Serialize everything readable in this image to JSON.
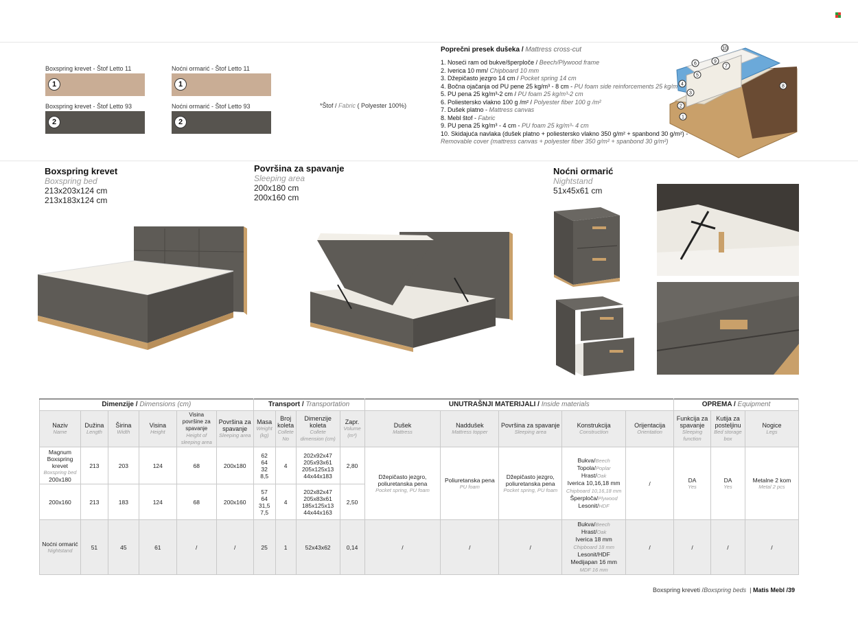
{
  "swatches": [
    {
      "label": "Boxspring krevet - Štof Letto 11",
      "num": "1",
      "color": "#c9ad95"
    },
    {
      "label": "Noćni ormarić - Štof Letto 11",
      "num": "1",
      "color": "#c9ad95"
    },
    {
      "label": "Boxspring krevet - Štof Letto 93",
      "num": "2",
      "color": "#57544f"
    },
    {
      "label": "Noćni ormarić - Štof Letto 93",
      "num": "2",
      "color": "#57544f"
    }
  ],
  "fabric_note": {
    "a": "*Štof / ",
    "b": "Fabric",
    "c": " ( Polyester 100%)"
  },
  "cross_section": {
    "title": "Poprečni presek dušeka / ",
    "title_en": "Mattress cross-cut",
    "items": [
      {
        "sr": "1. Noseći ram od bukve/šperploče / ",
        "en": "Beech/Plywood frame"
      },
      {
        "sr": "2. Iverica 10 mm/ ",
        "en": "Chipboard 10 mm"
      },
      {
        "sr": "3. Džepičasto jezgro 14 cm / ",
        "en": "Pocket spring 14 cm"
      },
      {
        "sr": "4. Bočna ojačanja od PU pene 25 kg/m³ - 8 cm - ",
        "en": "PU foam side reinforcements 25 kg/m³ – 8 cm"
      },
      {
        "sr": "5. PU pena 25 kg/m³-2 cm / ",
        "en": "PU foam 25 kg/m³-2 cm"
      },
      {
        "sr": "6. Poliestersko vlakno 100 g /m² / ",
        "en": "Polyester fiber 100 g /m²"
      },
      {
        "sr": "7. Dušek platno - ",
        "en": "Mattress canvas"
      },
      {
        "sr": "8. Mebl štof - ",
        "en": "Fabric"
      },
      {
        "sr": "9. PU pena 25 kg/m³ - 4 cm - ",
        "en": "PU foam 25 kg/m³- 4 cm"
      },
      {
        "sr": "10. Skidajuća navlaka (dušek platno + poliestersko vlakno 350 g/m² + spanbond 30 g/m²) -",
        "en": ""
      },
      {
        "sr": "",
        "en": "Removable cover (mattress canvas + polyester fiber 350 g/m² + spanbond 30 g/m²)"
      }
    ],
    "diagram_numbers": [
      "10",
      "9",
      "7",
      "6",
      "5",
      "4",
      "3",
      "2",
      "1",
      "8"
    ]
  },
  "products": [
    {
      "title": "Boxspring krevet",
      "sub": "Boxspring bed",
      "dims": [
        "213x203x124 cm",
        "213x183x124 cm"
      ]
    },
    {
      "title": "Površina za spavanje",
      "sub": "Sleeping area",
      "dims": [
        "200x180 cm",
        "200x160 cm"
      ]
    },
    {
      "title": "Noćni ormarić",
      "sub": "Nightstand",
      "dims": [
        "51x45x61 cm"
      ]
    }
  ],
  "table": {
    "groups": [
      {
        "sr": "Dimenzije / ",
        "en": "Dimensions (cm)"
      },
      {
        "sr": "Transport / ",
        "en": "Transportation"
      },
      {
        "sr": "UNUTRAŠNJI MATERIJALI / ",
        "en": "Inside materials"
      },
      {
        "sr": "OPREMA / ",
        "en": "Equipment"
      }
    ],
    "headers": [
      {
        "sr": "Naziv",
        "en": "Name"
      },
      {
        "sr": "Dužina",
        "en": "Length"
      },
      {
        "sr": "Širina",
        "en": "Width"
      },
      {
        "sr": "Visina",
        "en": "Height"
      },
      {
        "sr": "Visina površine za spavanje",
        "en": "Height of sleeping area"
      },
      {
        "sr": "Površina za spavanje",
        "en": "Sleeping area"
      },
      {
        "sr": "Masa",
        "en": "Weight (kg)"
      },
      {
        "sr": "Broj koleta",
        "en": "Collete No"
      },
      {
        "sr": "Dimenzije koleta",
        "en": "Collete dimension (cm)"
      },
      {
        "sr": "Zapr.",
        "en": "Volume (m³)"
      },
      {
        "sr": "Dušek",
        "en": "Mattress"
      },
      {
        "sr": "Naddušek",
        "en": "Mattress topper"
      },
      {
        "sr": "Površina za spavanje",
        "en": "Sleeping area"
      },
      {
        "sr": "Konstrukcija",
        "en": "Construction"
      },
      {
        "sr": "Orijentacija",
        "en": "Orientation"
      },
      {
        "sr": "Funkcija za spavanje",
        "en": "Sleeping function"
      },
      {
        "sr": "Kutija za posteljinu",
        "en": "Bed storage box"
      },
      {
        "sr": "Nogice",
        "en": "Legs"
      }
    ],
    "row1": {
      "name_sr": "Magnum Boxspring krevet",
      "name_en": "Boxspring bed",
      "name_size": "200x180",
      "length": "213",
      "width": "203",
      "height": "124",
      "sleep_h": "68",
      "sleep_area": "200x180",
      "weights": [
        "62",
        "64",
        "32",
        "8,5"
      ],
      "collete": "4",
      "collete_dims": [
        "202x92x47",
        "205x93x61",
        "205x125x13",
        "44x44x183"
      ],
      "volume": "2,80"
    },
    "row2": {
      "name": "200x160",
      "length": "213",
      "width": "183",
      "height": "124",
      "sleep_h": "68",
      "sleep_area": "200x160",
      "weights": [
        "57",
        "64",
        "31,5",
        "7,5"
      ],
      "collete": "4",
      "collete_dims": [
        "202x82x47",
        "205x83x61",
        "185x125x13",
        "44x44x163"
      ],
      "volume": "2,50"
    },
    "bed_materials": {
      "mattress_sr": "Džepičasto jezgro, poliuretanska pena",
      "mattress_en": "Pocket spring, PU foam",
      "topper_sr": "Poliuretanska pena",
      "topper_en": "PU foam",
      "sleep_sr": "Džepičasto jezgro, poliuretanska pena",
      "sleep_en": "Pocket spring, PU foam",
      "construction": [
        {
          "sr": "Bukva/",
          "en": "Beech"
        },
        {
          "sr": "Topola/",
          "en": "Poplar"
        },
        {
          "sr": "Hrast/",
          "en": "Oak"
        },
        {
          "sr": "Iverica 10,16,18 mm",
          "en": ""
        },
        {
          "sr": "",
          "en": "Chipboard 10,16,18 mm"
        },
        {
          "sr": "Šperploča/",
          "en": "Plywood"
        },
        {
          "sr": "Lesonit/",
          "en": "HDF"
        }
      ],
      "orientation": "/",
      "function_sr": "DA",
      "function_en": "Yes",
      "box_sr": "DA",
      "box_en": "Yes",
      "legs_sr": "Metalne 2 kom",
      "legs_en": "Metal 2 pcs"
    },
    "row3": {
      "name_sr": "Noćni ormarić",
      "name_en": "Nightstand",
      "length": "51",
      "width": "45",
      "height": "61",
      "sleep_h": "/",
      "sleep_area": "/",
      "weight": "25",
      "collete": "1",
      "collete_dims": "52x43x62",
      "volume": "0,14",
      "mattress": "/",
      "topper": "/",
      "sleep": "/",
      "construction": [
        {
          "sr": "Bukva/",
          "en": "Beech"
        },
        {
          "sr": "Hrast/",
          "en": "Oak"
        },
        {
          "sr": "Iverica 18 mm",
          "en": ""
        },
        {
          "sr": "",
          "en": "Chipboard 18 mm"
        },
        {
          "sr": "Lesonit/HDF",
          "en": ""
        },
        {
          "sr": "Medijapan 16 mm",
          "en": ""
        },
        {
          "sr": "",
          "en": "MDF 16 mm"
        }
      ],
      "orientation": "/",
      "function": "/",
      "box": "/",
      "legs": "/"
    }
  },
  "footer": {
    "sr": "Boxspring kreveti /",
    "en": "Boxspring beds",
    "brand": "Matis Mebl",
    "page": "/39"
  },
  "colors": {
    "fabric_dark": "#57544f",
    "wood": "#c9a06a",
    "mattress": "#f2efe8",
    "foam_blue": "#6ba9d9"
  }
}
